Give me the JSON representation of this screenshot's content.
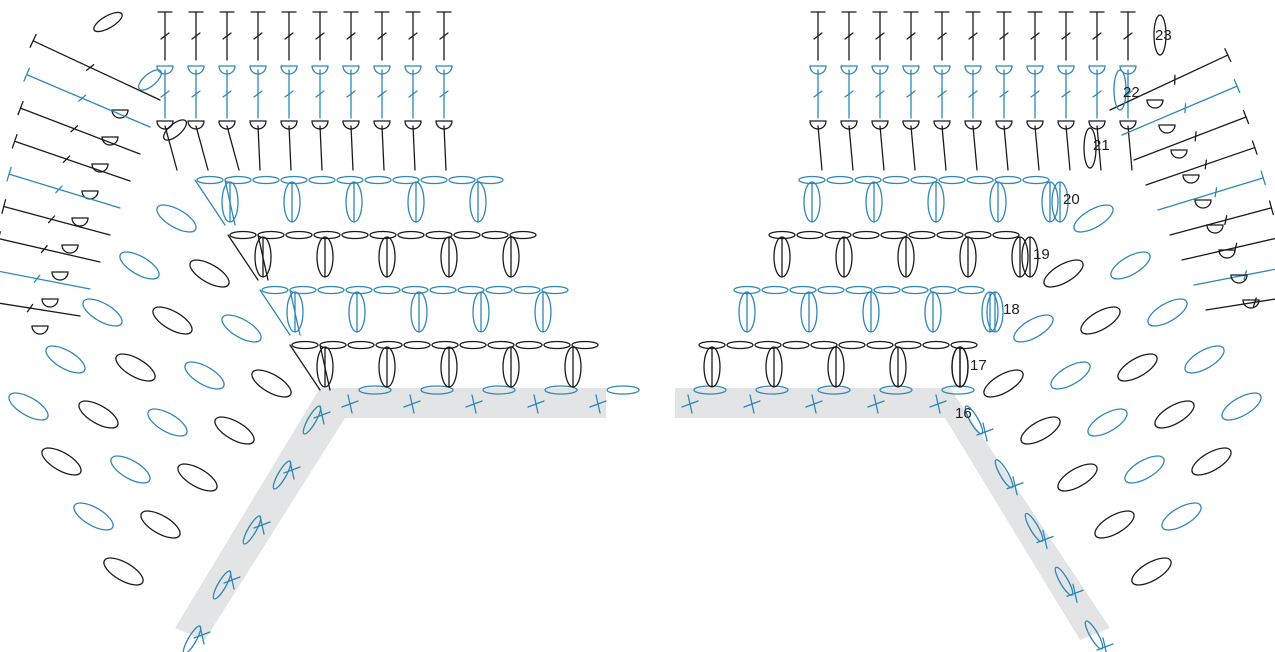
{
  "diagram": {
    "row_labels": [
      "16",
      "17",
      "18",
      "19",
      "20",
      "21",
      "22",
      "23"
    ],
    "colors": {
      "blue": "#2e87b8",
      "black": "#1a1a1a",
      "foundation_band": "#e3e4e6",
      "background": "#ffffff"
    },
    "symbols": {
      "chain": "ellipse-horizontal",
      "dc": "ellipse-vertical-pair",
      "sc": "plus-mark",
      "post_stitch": "hook-semicircle"
    }
  }
}
